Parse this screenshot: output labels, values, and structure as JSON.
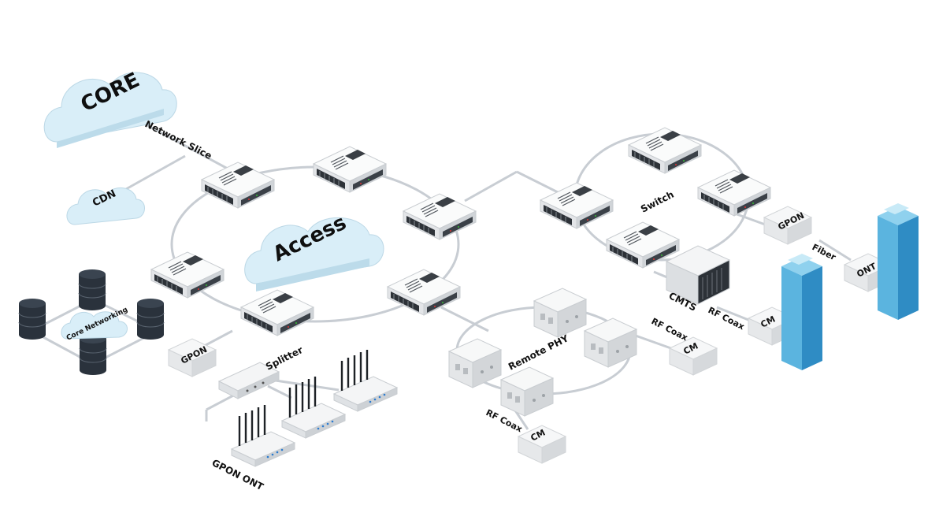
{
  "clouds": {
    "core": "CORE",
    "cdn": "CDN",
    "access": "Access",
    "core_networking": "Core Networking"
  },
  "labels": {
    "network_slice": "Network Slice",
    "switch": "Switch",
    "gpon_left": "GPON",
    "gpon_right": "GPON",
    "splitter": "Splitter",
    "gpon_ont": "GPON ONT",
    "remote_phy": "Remote PHY",
    "rf_coax_top": "RF Coax",
    "rf_coax_bottom": "RF Coax",
    "rf_coax_cmts": "RF Coax",
    "cm_top": "CM",
    "cm_bottom": "CM",
    "cm_cmts": "CM",
    "cmts": "CMTS",
    "fiber": "Fiber",
    "ont": "ONT"
  },
  "colors": {
    "cloud_fill": "#d9eef8",
    "line": "#c8cdd3",
    "switch_body": "#f2f3f4",
    "switch_port": "#2d3238",
    "database": "#2a323c",
    "building": "#4a9fd0",
    "box": "#eceef0"
  }
}
